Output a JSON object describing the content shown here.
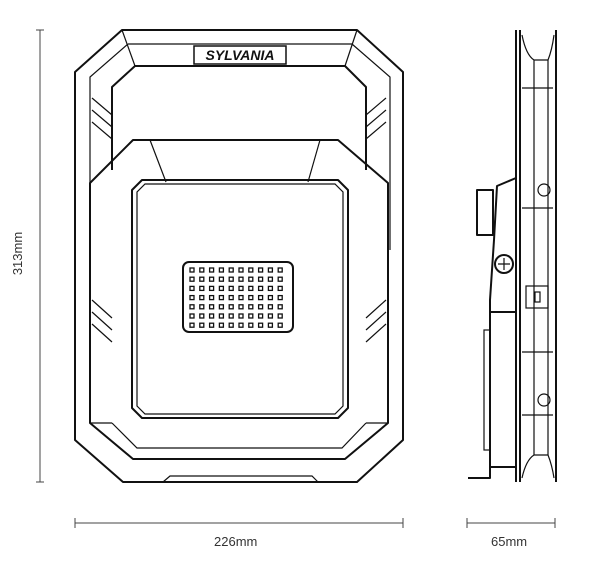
{
  "brand": "SYLVANIA",
  "dimensions": {
    "height": "313mm",
    "width": "226mm",
    "depth": "65mm"
  },
  "led_grid": {
    "columns": 10,
    "rows": 7
  }
}
